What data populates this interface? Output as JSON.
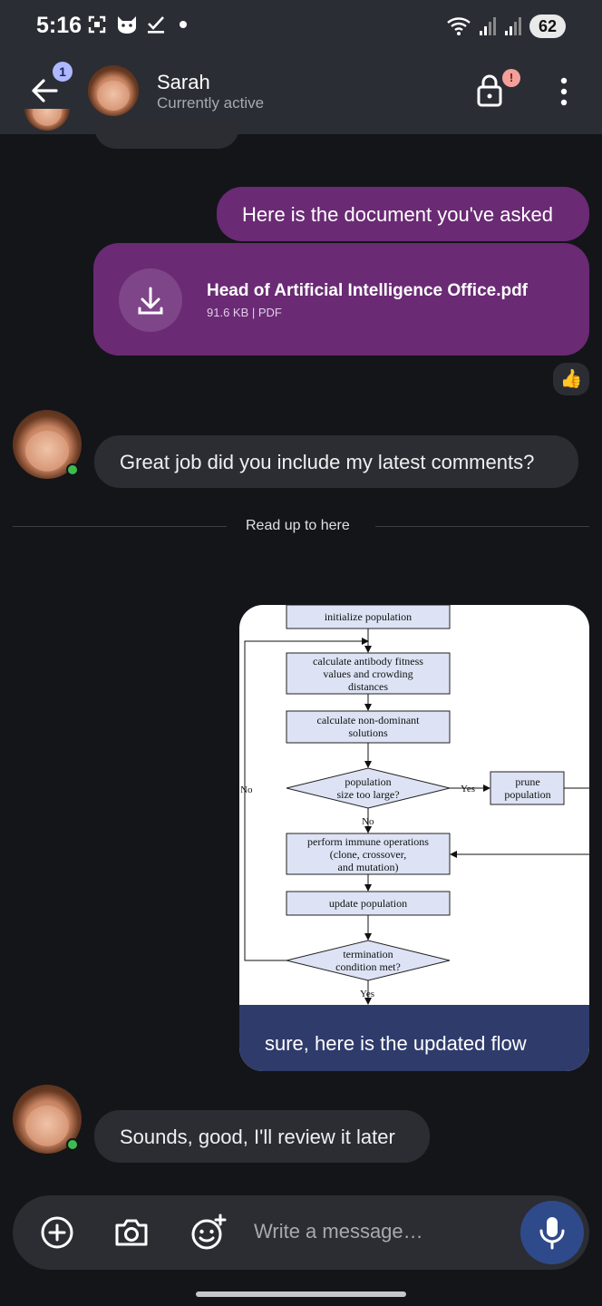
{
  "status_bar": {
    "time": "5:16",
    "battery": "62"
  },
  "header": {
    "back_badge": "1",
    "contact_name": "Sarah",
    "contact_status": "Currently active",
    "lock_badge": "!"
  },
  "messages": {
    "outgoing_1": "Here is the document you've asked",
    "file": {
      "name": "Head of Artificial Intelligence Office.pdf",
      "meta": "91.6 KB | PDF"
    },
    "reaction": "👍",
    "incoming_1": "Great job did you include my latest comments?",
    "read_marker": "Read up to here",
    "image_caption": "sure, here is the updated flow",
    "incoming_2": "Sounds, good, I'll review it later"
  },
  "flowchart": {
    "initialize": "initialize population",
    "calc_fitness_1": "calculate antibody fitness",
    "calc_fitness_2": "values and crowding",
    "calc_fitness_3": "distances",
    "non_dominant_1": "calculate non-dominant",
    "non_dominant_2": "solutions",
    "decision_1a": "population",
    "decision_1b": "size too large?",
    "yes_1": "Yes",
    "no_1": "No",
    "no_left": "No",
    "prune_1": "prune",
    "prune_2": "population",
    "immune_1": "perform immune operations",
    "immune_2": "(clone, crossover,",
    "immune_3": "and mutation)",
    "update": "update population",
    "decision_2a": "termination",
    "decision_2b": "condition met?",
    "yes_2": "Yes"
  },
  "composer": {
    "placeholder": "Write a message…"
  },
  "colors": {
    "outgoing_bubble": "#6a2a74",
    "incoming_bubble": "#2b2d33",
    "image_caption_bg": "#2f3b6b",
    "online": "#3dbb4f",
    "mic_bg": "#2f4a8a"
  },
  "icons": [
    "back-arrow-icon",
    "lock-icon",
    "more-vert-icon",
    "download-icon",
    "add-icon",
    "camera-icon",
    "emoji-add-icon",
    "mic-icon"
  ]
}
